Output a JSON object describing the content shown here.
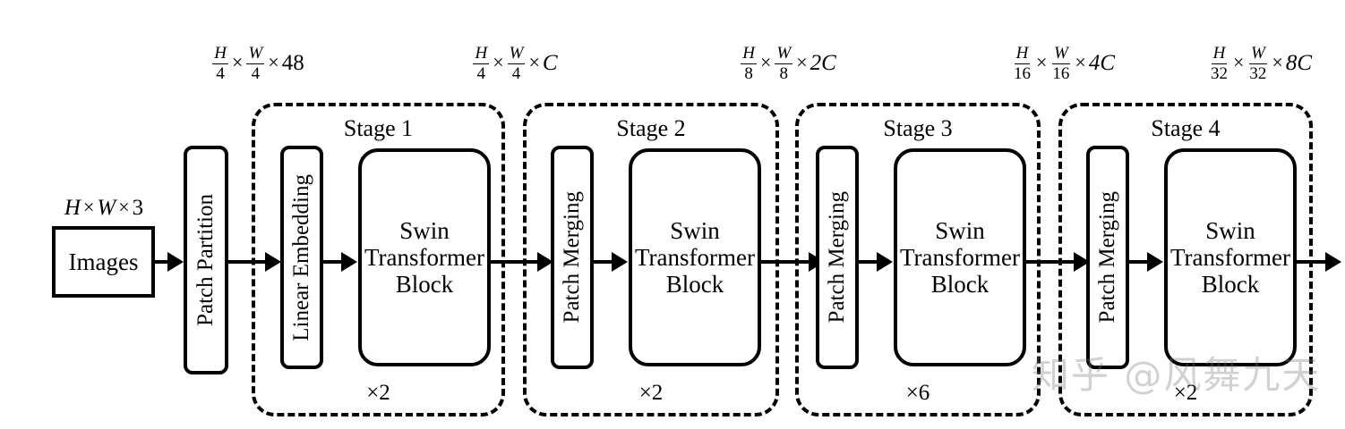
{
  "figure": {
    "type": "architecture-diagram",
    "title": "Swin Transformer architecture pipeline"
  },
  "input": {
    "dim_label": {
      "h": "H",
      "times1": "×",
      "w": "W",
      "times2": "×",
      "channels": "3"
    },
    "box_label": "Images"
  },
  "patch_partition": {
    "label": "Patch Partition",
    "output_dim": {
      "num1": "H",
      "den1": "4",
      "times1": "×",
      "num2": "W",
      "den2": "4",
      "times2": "×",
      "channels": "48"
    }
  },
  "stages": [
    {
      "title": "Stage 1",
      "first_block": "Linear Embedding",
      "swin_block": [
        "Swin",
        "Transformer",
        "Block"
      ],
      "multiplier": "×2",
      "output_dim": {
        "num1": "H",
        "den1": "4",
        "times1": "×",
        "num2": "W",
        "den2": "4",
        "times2": "×",
        "channels": "C"
      }
    },
    {
      "title": "Stage 2",
      "first_block": "Patch Merging",
      "swin_block": [
        "Swin",
        "Transformer",
        "Block"
      ],
      "multiplier": "×2",
      "output_dim": {
        "num1": "H",
        "den1": "8",
        "times1": "×",
        "num2": "W",
        "den2": "8",
        "times2": "×",
        "channels": "2C"
      }
    },
    {
      "title": "Stage 3",
      "first_block": "Patch Merging",
      "swin_block": [
        "Swin",
        "Transformer",
        "Block"
      ],
      "multiplier": "×6",
      "output_dim": {
        "num1": "H",
        "den1": "16",
        "times1": "×",
        "num2": "W",
        "den2": "16",
        "times2": "×",
        "channels": "4C"
      }
    },
    {
      "title": "Stage 4",
      "first_block": "Patch Merging",
      "swin_block": [
        "Swin",
        "Transformer",
        "Block"
      ],
      "multiplier": "×2",
      "output_dim": {
        "num1": "H",
        "den1": "32",
        "times1": "×",
        "num2": "W",
        "den2": "32",
        "times2": "×",
        "channels": "8C"
      }
    }
  ],
  "watermark": {
    "text": "知乎 @风舞九天"
  },
  "colors": {
    "stroke": "#000000",
    "background": "#ffffff",
    "watermark": "rgba(120,120,120,0.34)"
  }
}
